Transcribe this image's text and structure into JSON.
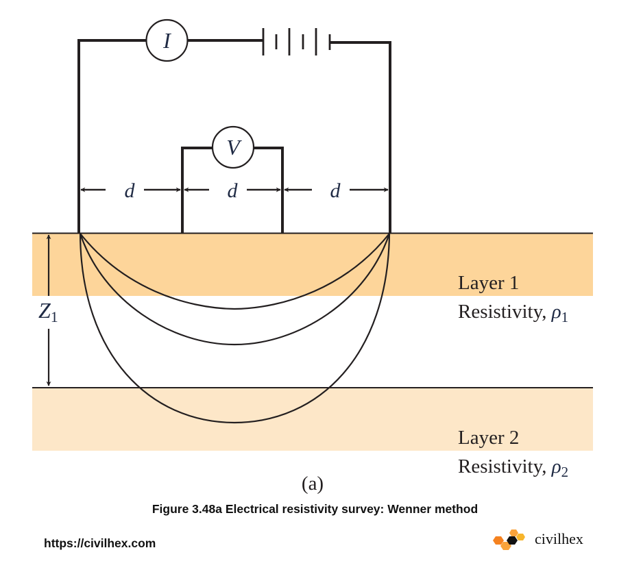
{
  "diagram": {
    "title": "Electrical resistivity survey: Wenner method",
    "colors": {
      "layer1": "#FDD59A",
      "layer2": "#FDE7C8",
      "line": "#231F20",
      "label_blue": "#1F2A44"
    },
    "meters": {
      "current": {
        "symbol": "I"
      },
      "voltage": {
        "symbol": "V"
      }
    },
    "battery": {
      "cells": 3
    },
    "spacing_label": "d",
    "spacings": [
      {
        "label": "d"
      },
      {
        "label": "d"
      },
      {
        "label": "d"
      }
    ],
    "depth_label": {
      "main": "Z",
      "subscript": "1"
    },
    "layers": [
      {
        "name": "Layer 1",
        "property": "Resistivity, ",
        "symbol": "ρ",
        "subscript": "1"
      },
      {
        "name": "Layer 2",
        "property": "Resistivity, ",
        "symbol": "ρ",
        "subscript": "2"
      }
    ],
    "current_flow_lines": 3,
    "panel_label": "(a)"
  },
  "caption": "Figure 3.48a Electrical resistivity survey: Wenner method",
  "footer": {
    "url": "https://civilhex.com",
    "brand": "civilhex"
  }
}
